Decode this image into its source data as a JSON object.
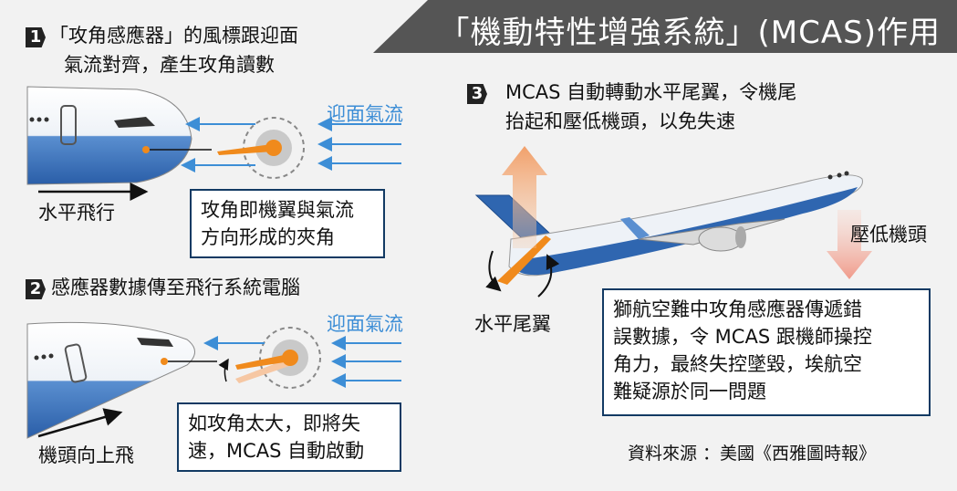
{
  "title": "「機動特性增強系統」(MCAS)作用",
  "steps": {
    "s1": {
      "num": "1",
      "line1": "「攻角感應器」的風標跟迎面",
      "line2": "氣流對齊，產生攻角讀數",
      "airflow_label": "迎面氣流",
      "level_label": "水平飛行",
      "box_line1": "攻角即機翼與氣流",
      "box_line2": "方向形成的夾角"
    },
    "s2": {
      "num": "2",
      "line1": "感應器數據傳至飛行系統電腦",
      "airflow_label": "迎面氣流",
      "nose_up_label": "機頭向上飛",
      "box_line1": "如攻角太大，即將失",
      "box_line2": "速，MCAS 自動啟動"
    },
    "s3": {
      "num": "3",
      "line1": "MCAS 自動轉動水平尾翼，令機尾",
      "line2": "抬起和壓低機頭，以免失速",
      "nose_down_label": "壓低機頭",
      "stabilizer_label": "水平尾翼",
      "box_line1": "獅航空難中攻角感應器傳遞錯",
      "box_line2": "誤數據，令 MCAS 跟機師操控",
      "box_line3": "角力，最終失控墜毀，埃航空",
      "box_line4": "難疑源於同一問題"
    }
  },
  "source": "資料來源 ：美國《西雅圖時報》",
  "colors": {
    "accent_blue": "#3d8ed6",
    "vane_orange": "#f08a1c",
    "fuselage_blue": "#2f66b0",
    "box_border": "#123a63",
    "title_bg": "#555555"
  }
}
